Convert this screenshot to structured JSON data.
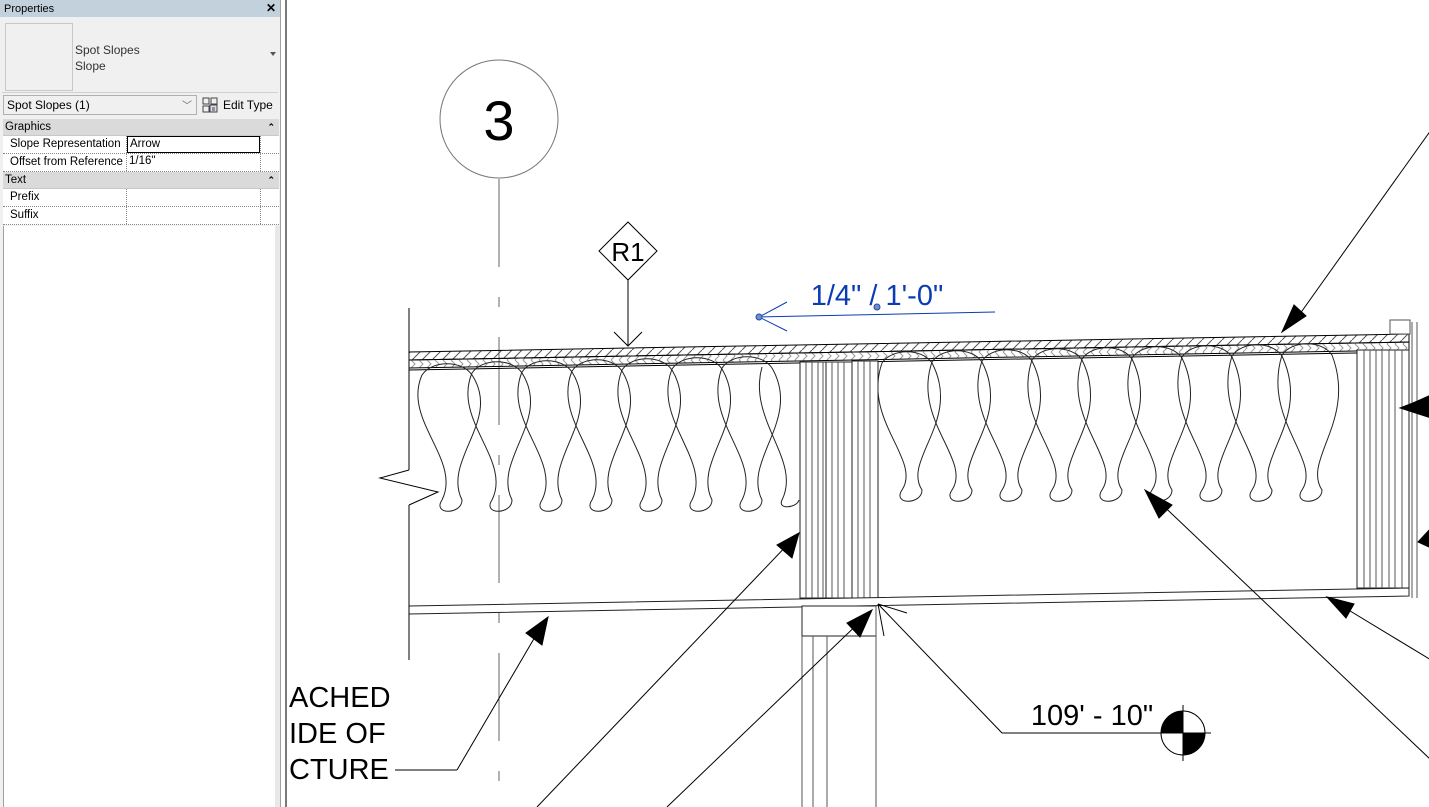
{
  "properties_panel": {
    "title": "Properties",
    "close_icon": "close-icon",
    "type_selector": {
      "family": "Spot Slopes",
      "type": "Slope"
    },
    "instance_filter": "Spot Slopes (1)",
    "edit_type_label": "Edit Type",
    "groups": [
      {
        "name": "Graphics",
        "params": [
          {
            "name": "Slope Representation",
            "value": "Arrow"
          },
          {
            "name": "Offset from Reference",
            "value": "1/16\""
          }
        ]
      },
      {
        "name": "Text",
        "params": [
          {
            "name": "Prefix",
            "value": ""
          },
          {
            "name": "Suffix",
            "value": ""
          }
        ]
      }
    ]
  },
  "drawing": {
    "grid_bubble": "3",
    "roof_tag": "R1",
    "spot_slope": "1/4\" / 1'-0\"",
    "spot_elevation": "109' - 10\"",
    "note_lines": [
      "ACHED",
      "IDE OF",
      "CTURE"
    ],
    "slope_color": "#0a3cb4"
  }
}
